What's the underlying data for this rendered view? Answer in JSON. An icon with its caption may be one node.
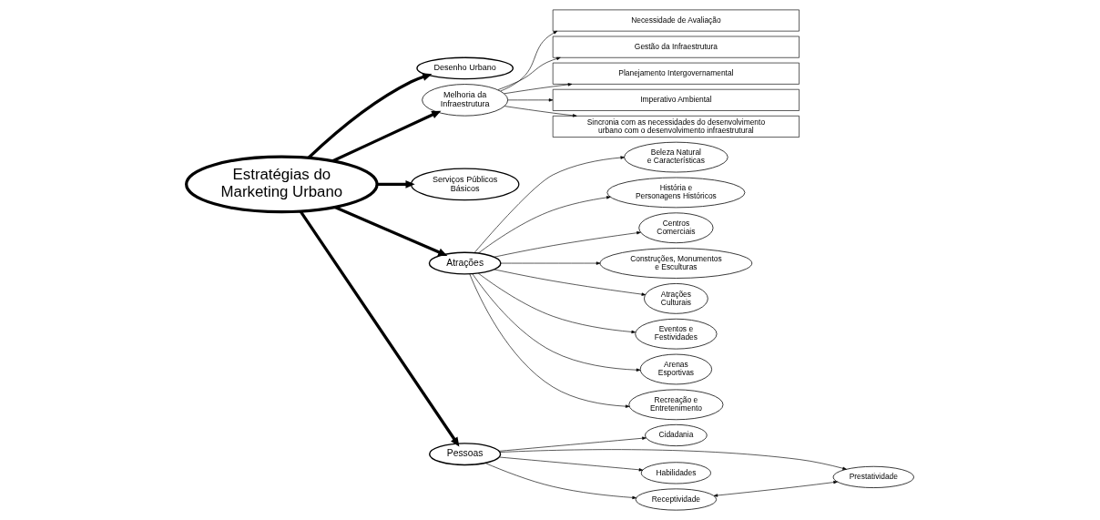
{
  "diagram": {
    "nodes": [
      {
        "text": [
          "Estratégias do Marketing Urbano"
        ]
      },
      {
        "text": [
          "Desenho Urbano"
        ]
      },
      {
        "text": [
          "Melhoria da Infraestrutura"
        ]
      },
      {
        "text": [
          "Necessidade de Avaliação"
        ]
      },
      {
        "text": [
          "Gestão da Infraestrutura"
        ]
      },
      {
        "text": [
          "Planejamento Intergovernamental"
        ]
      },
      {
        "text": [
          "Imperativo Ambiental"
        ]
      },
      {
        "text": [
          "Sincronia com as necessidades do desenvolvimento urbano com o desenvolvimento infraestrutural"
        ]
      },
      {
        "text": [
          "Serviços Públicos Básicos"
        ]
      },
      {
        "text": [
          "Atrações"
        ]
      },
      {
        "text": [
          "Beleza Natural e Características"
        ]
      },
      {
        "text": [
          "História e Personagens Históricos"
        ]
      },
      {
        "text": [
          "Centros Comerciais"
        ]
      },
      {
        "text": [
          "Construções, Monumentos e Esculturas"
        ]
      },
      {
        "text": [
          "Atrações Culturais"
        ]
      },
      {
        "text": [
          "Eventos e Festividades"
        ]
      },
      {
        "text": [
          "Arenas Esportivas"
        ]
      },
      {
        "text": [
          "Recreação e Entretenimento"
        ]
      },
      {
        "text": [
          "Pessoas"
        ]
      },
      {
        "text": [
          "Cidadania"
        ]
      },
      {
        "text": [
          "Prestatividade"
        ]
      },
      {
        "text": [
          "Habilidades"
        ]
      },
      {
        "text": [
          "Receptividade"
        ]
      }
    ],
    "edges": [
      {
        "from": 0,
        "to": 1,
        "arrow": "to",
        "style": "thick"
      },
      {
        "from": 0,
        "to": 2,
        "arrow": "to",
        "style": "thick"
      },
      {
        "from": 2,
        "to": 3,
        "arrow": "to"
      },
      {
        "from": 2,
        "to": 4,
        "arrow": "to"
      },
      {
        "from": 2,
        "to": 5,
        "arrow": "to"
      },
      {
        "from": 2,
        "to": 6,
        "arrow": "to"
      },
      {
        "from": 2,
        "to": 7,
        "arrow": "to"
      },
      {
        "from": 0,
        "to": 8,
        "arrow": "to",
        "style": "thick"
      },
      {
        "from": 0,
        "to": 9,
        "arrow": "to",
        "style": "thick"
      },
      {
        "from": 9,
        "to": 10,
        "arrow": "to"
      },
      {
        "from": 9,
        "to": 11,
        "arrow": "to"
      },
      {
        "from": 9,
        "to": 12,
        "arrow": "to"
      },
      {
        "from": 9,
        "to": 13,
        "arrow": "to"
      },
      {
        "from": 9,
        "to": 14,
        "arrow": "to"
      },
      {
        "from": 9,
        "to": 15,
        "arrow": "to"
      },
      {
        "from": 9,
        "to": 16,
        "arrow": "to"
      },
      {
        "from": 9,
        "to": 17,
        "arrow": "to"
      },
      {
        "from": 0,
        "to": 18,
        "arrow": "to",
        "style": "thick"
      },
      {
        "from": 18,
        "to": 19,
        "arrow": "to"
      },
      {
        "from": 18,
        "to": 20,
        "arrow": "to"
      },
      {
        "from": 18,
        "to": 21,
        "arrow": "to"
      },
      {
        "from": 18,
        "to": 22,
        "arrow": "to"
      },
      {
        "from": 22,
        "to": 20,
        "arrow": "both"
      }
    ]
  }
}
